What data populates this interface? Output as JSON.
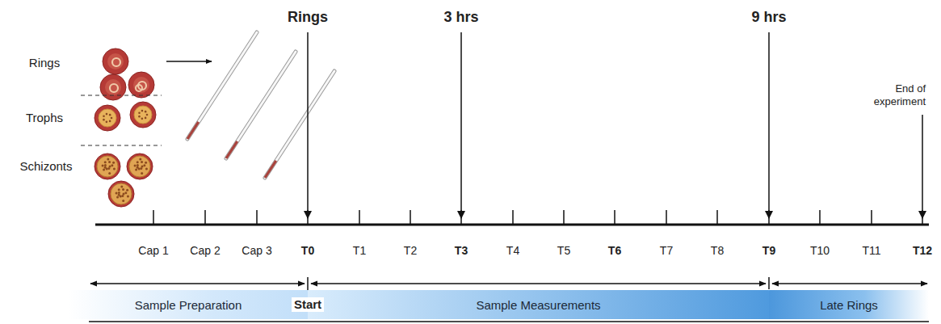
{
  "diagram": {
    "nodes": [
      {
        "text": [
          "Sample Preparation"
        ]
      },
      {
        "text": [
          "Sample Measurements"
        ]
      },
      {
        "text": [
          "Late Rings"
        ]
      }
    ],
    "labels": [
      "Rings",
      "Trophs",
      "Schizonts",
      "Rings",
      "3 hrs",
      "9 hrs",
      "End of experiment",
      "Cap 1",
      "Cap 2",
      "Cap 3",
      "T0",
      "T1",
      "T2",
      "T3",
      "T4",
      "T5",
      "T6",
      "T7",
      "T8",
      "T9",
      "T10",
      "T11",
      "T12",
      "Start"
    ]
  }
}
